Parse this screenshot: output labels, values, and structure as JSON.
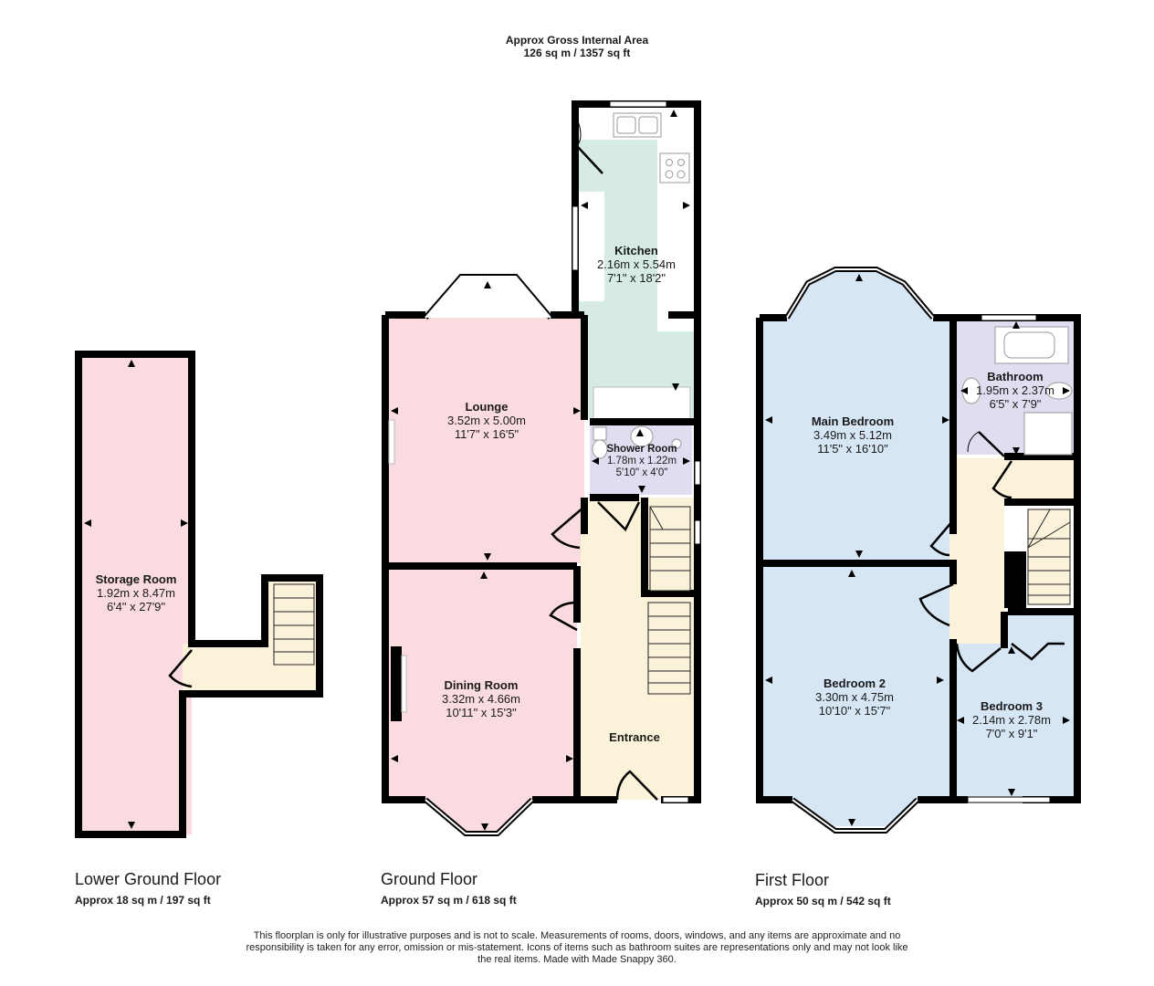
{
  "header": {
    "title": "Approx Gross Internal Area",
    "area": "126 sq m / 1357 sq ft"
  },
  "colors": {
    "wall": "#000000",
    "reception_pink": "#f9dbe0",
    "bedroom_blue": "#d6e6f5",
    "kitchen_green": "#d6ebe5",
    "bathroom_lilac": "#e2dcf0",
    "hall_cream": "#fbf2da"
  },
  "floors": [
    {
      "name": "Lower Ground Floor",
      "area": "Approx 18 sq m / 197 sq ft",
      "rooms": [
        {
          "name": "Storage Room",
          "metric": "1.92m x 8.47m",
          "imperial": "6'4\" x 27'9\""
        }
      ]
    },
    {
      "name": "Ground Floor",
      "area": "Approx 57 sq m / 618 sq ft",
      "rooms": [
        {
          "name": "Kitchen",
          "metric": "2.16m x 5.54m",
          "imperial": "7'1\" x 18'2\""
        },
        {
          "name": "Lounge",
          "metric": "3.52m x 5.00m",
          "imperial": "11'7\" x 16'5\""
        },
        {
          "name": "Shower Room",
          "metric": "1.78m x 1.22m",
          "imperial": "5'10\" x 4'0\""
        },
        {
          "name": "Dining Room",
          "metric": "3.32m x 4.66m",
          "imperial": "10'11\" x 15'3\""
        },
        {
          "name": "Entrance"
        }
      ]
    },
    {
      "name": "First Floor",
      "area": "Approx 50 sq m / 542 sq ft",
      "rooms": [
        {
          "name": "Main Bedroom",
          "metric": "3.49m x 5.12m",
          "imperial": "11'5\" x 16'10\""
        },
        {
          "name": "Bathroom",
          "metric": "1.95m x 2.37m",
          "imperial": "6'5\" x 7'9\""
        },
        {
          "name": "Bedroom 2",
          "metric": "3.30m x 4.75m",
          "imperial": "10'10\" x 15'7\""
        },
        {
          "name": "Bedroom 3",
          "metric": "2.14m x 2.78m",
          "imperial": "7'0\" x 9'1\""
        }
      ]
    }
  ],
  "disclaimer": "This floorplan is only for illustrative purposes and is not to scale. Measurements of rooms, doors, windows, and any items are approximate and no responsibility is taken for any error, omission or mis-statement. Icons of items such as bathroom suites are representations only and may not look like the real items. Made with Made Snappy 360."
}
